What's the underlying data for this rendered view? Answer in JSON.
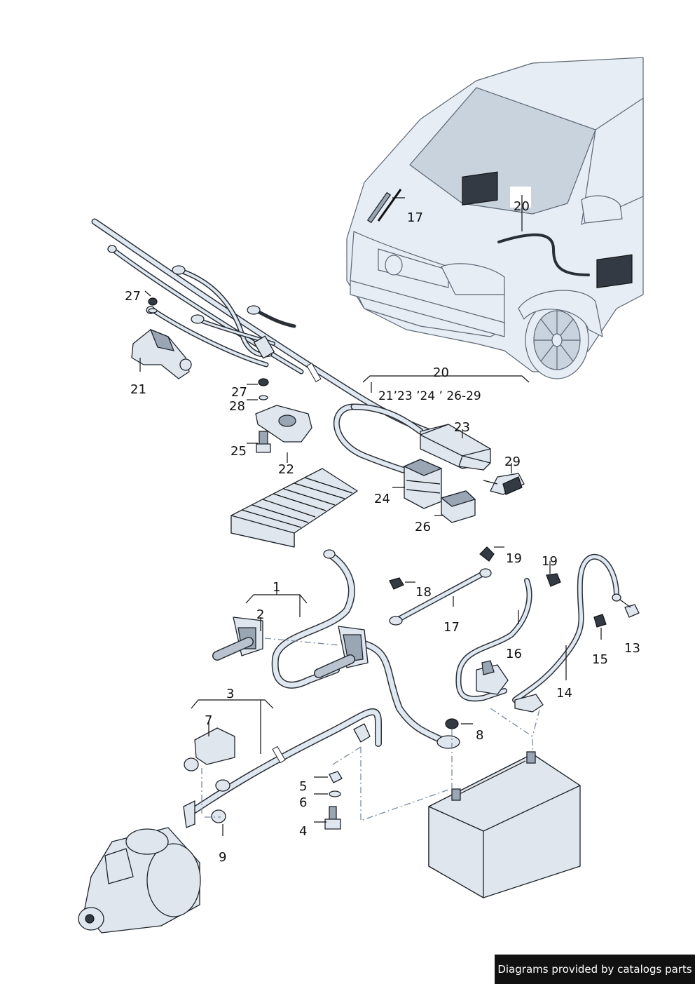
{
  "labels": {
    "l1": "1",
    "l2": "2",
    "l3": "3",
    "l4": "4",
    "l5": "5",
    "l6": "6",
    "l7": "7",
    "l8": "8",
    "l9": "9",
    "l13": "13",
    "l14": "14",
    "l15": "15",
    "l16": "16",
    "l17a": "17",
    "l17b": "17",
    "l18": "18",
    "l19a": "19",
    "l19b": "19",
    "l20a": "20",
    "l20b": "20",
    "l20sub": "21’23 ’24 ’ 26-29",
    "l21": "21",
    "l22": "22",
    "l23": "23",
    "l24": "24",
    "l25": "25",
    "l26": "26",
    "l27a": "27",
    "l27b": "27",
    "l28": "28",
    "l29": "29"
  },
  "footer": {
    "text": "Diagrams provided by catalogs parts"
  },
  "colors": {
    "line": "#111111",
    "part_fill": "#dfe6ee",
    "dash": "#7a8aa0",
    "footer_bg": "#111111"
  }
}
